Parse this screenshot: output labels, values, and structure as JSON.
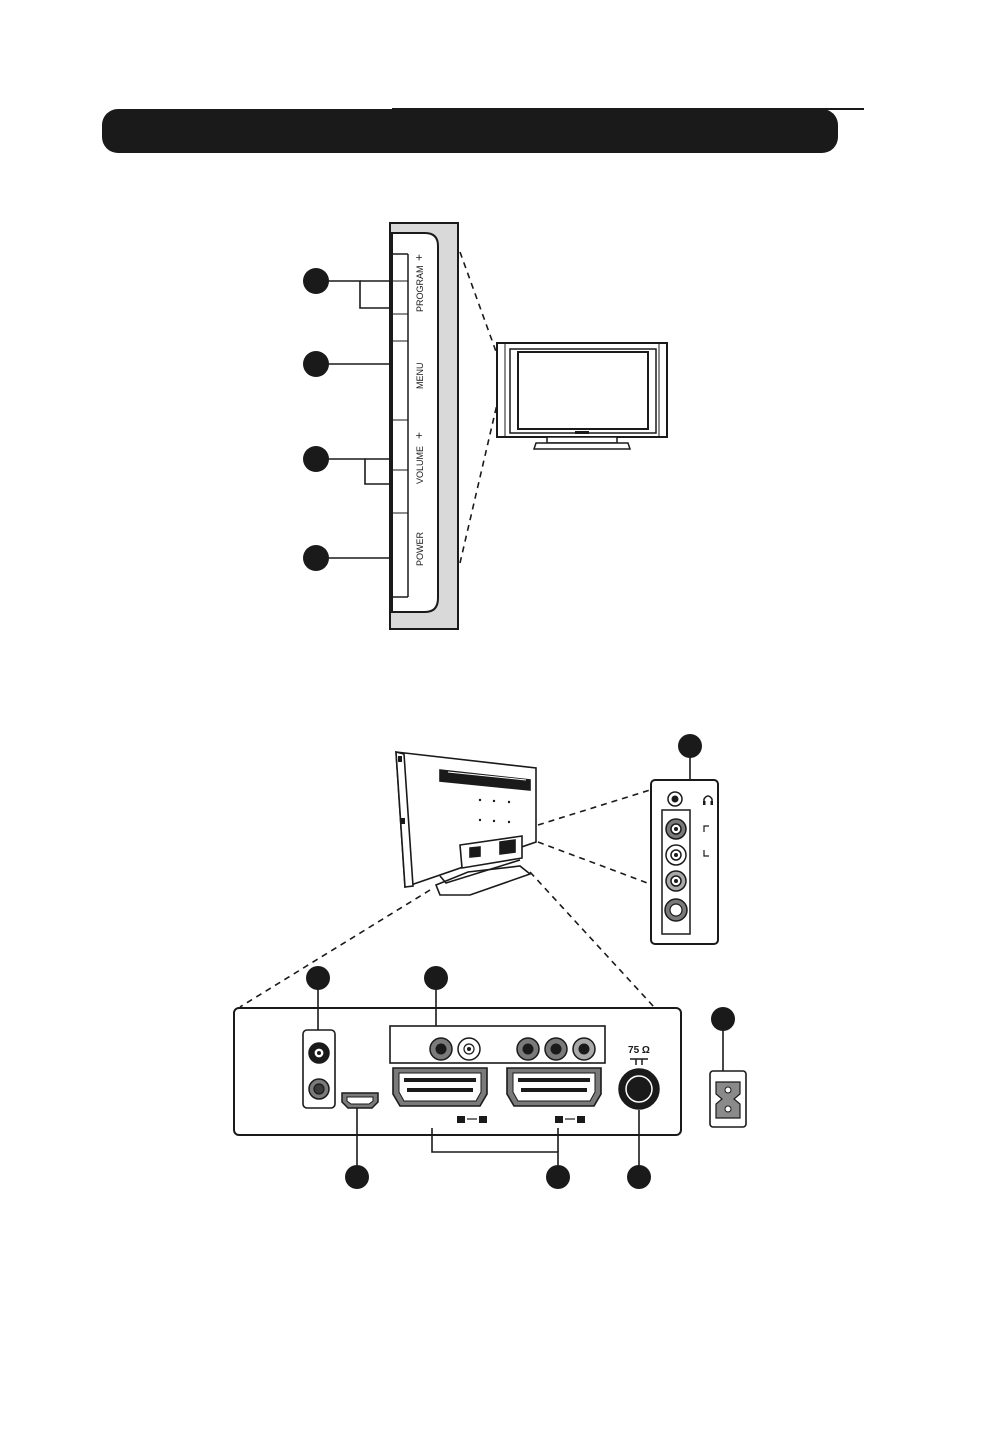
{
  "colors": {
    "ink": "#1a1a1a",
    "panel": "#d9d9d9",
    "callout": "#1a1a1a",
    "white": "#ffffff"
  },
  "side_panel": {
    "buttons": [
      {
        "key": "program",
        "label": "PROGRAM",
        "suffix": "+"
      },
      {
        "key": "menu",
        "label": "MENU",
        "suffix": ""
      },
      {
        "key": "volume",
        "label": "VOLUME",
        "suffix": "+"
      },
      {
        "key": "power",
        "label": "POWER",
        "suffix": ""
      }
    ]
  },
  "rear_panel": {
    "antenna_label": "75 Ω"
  }
}
